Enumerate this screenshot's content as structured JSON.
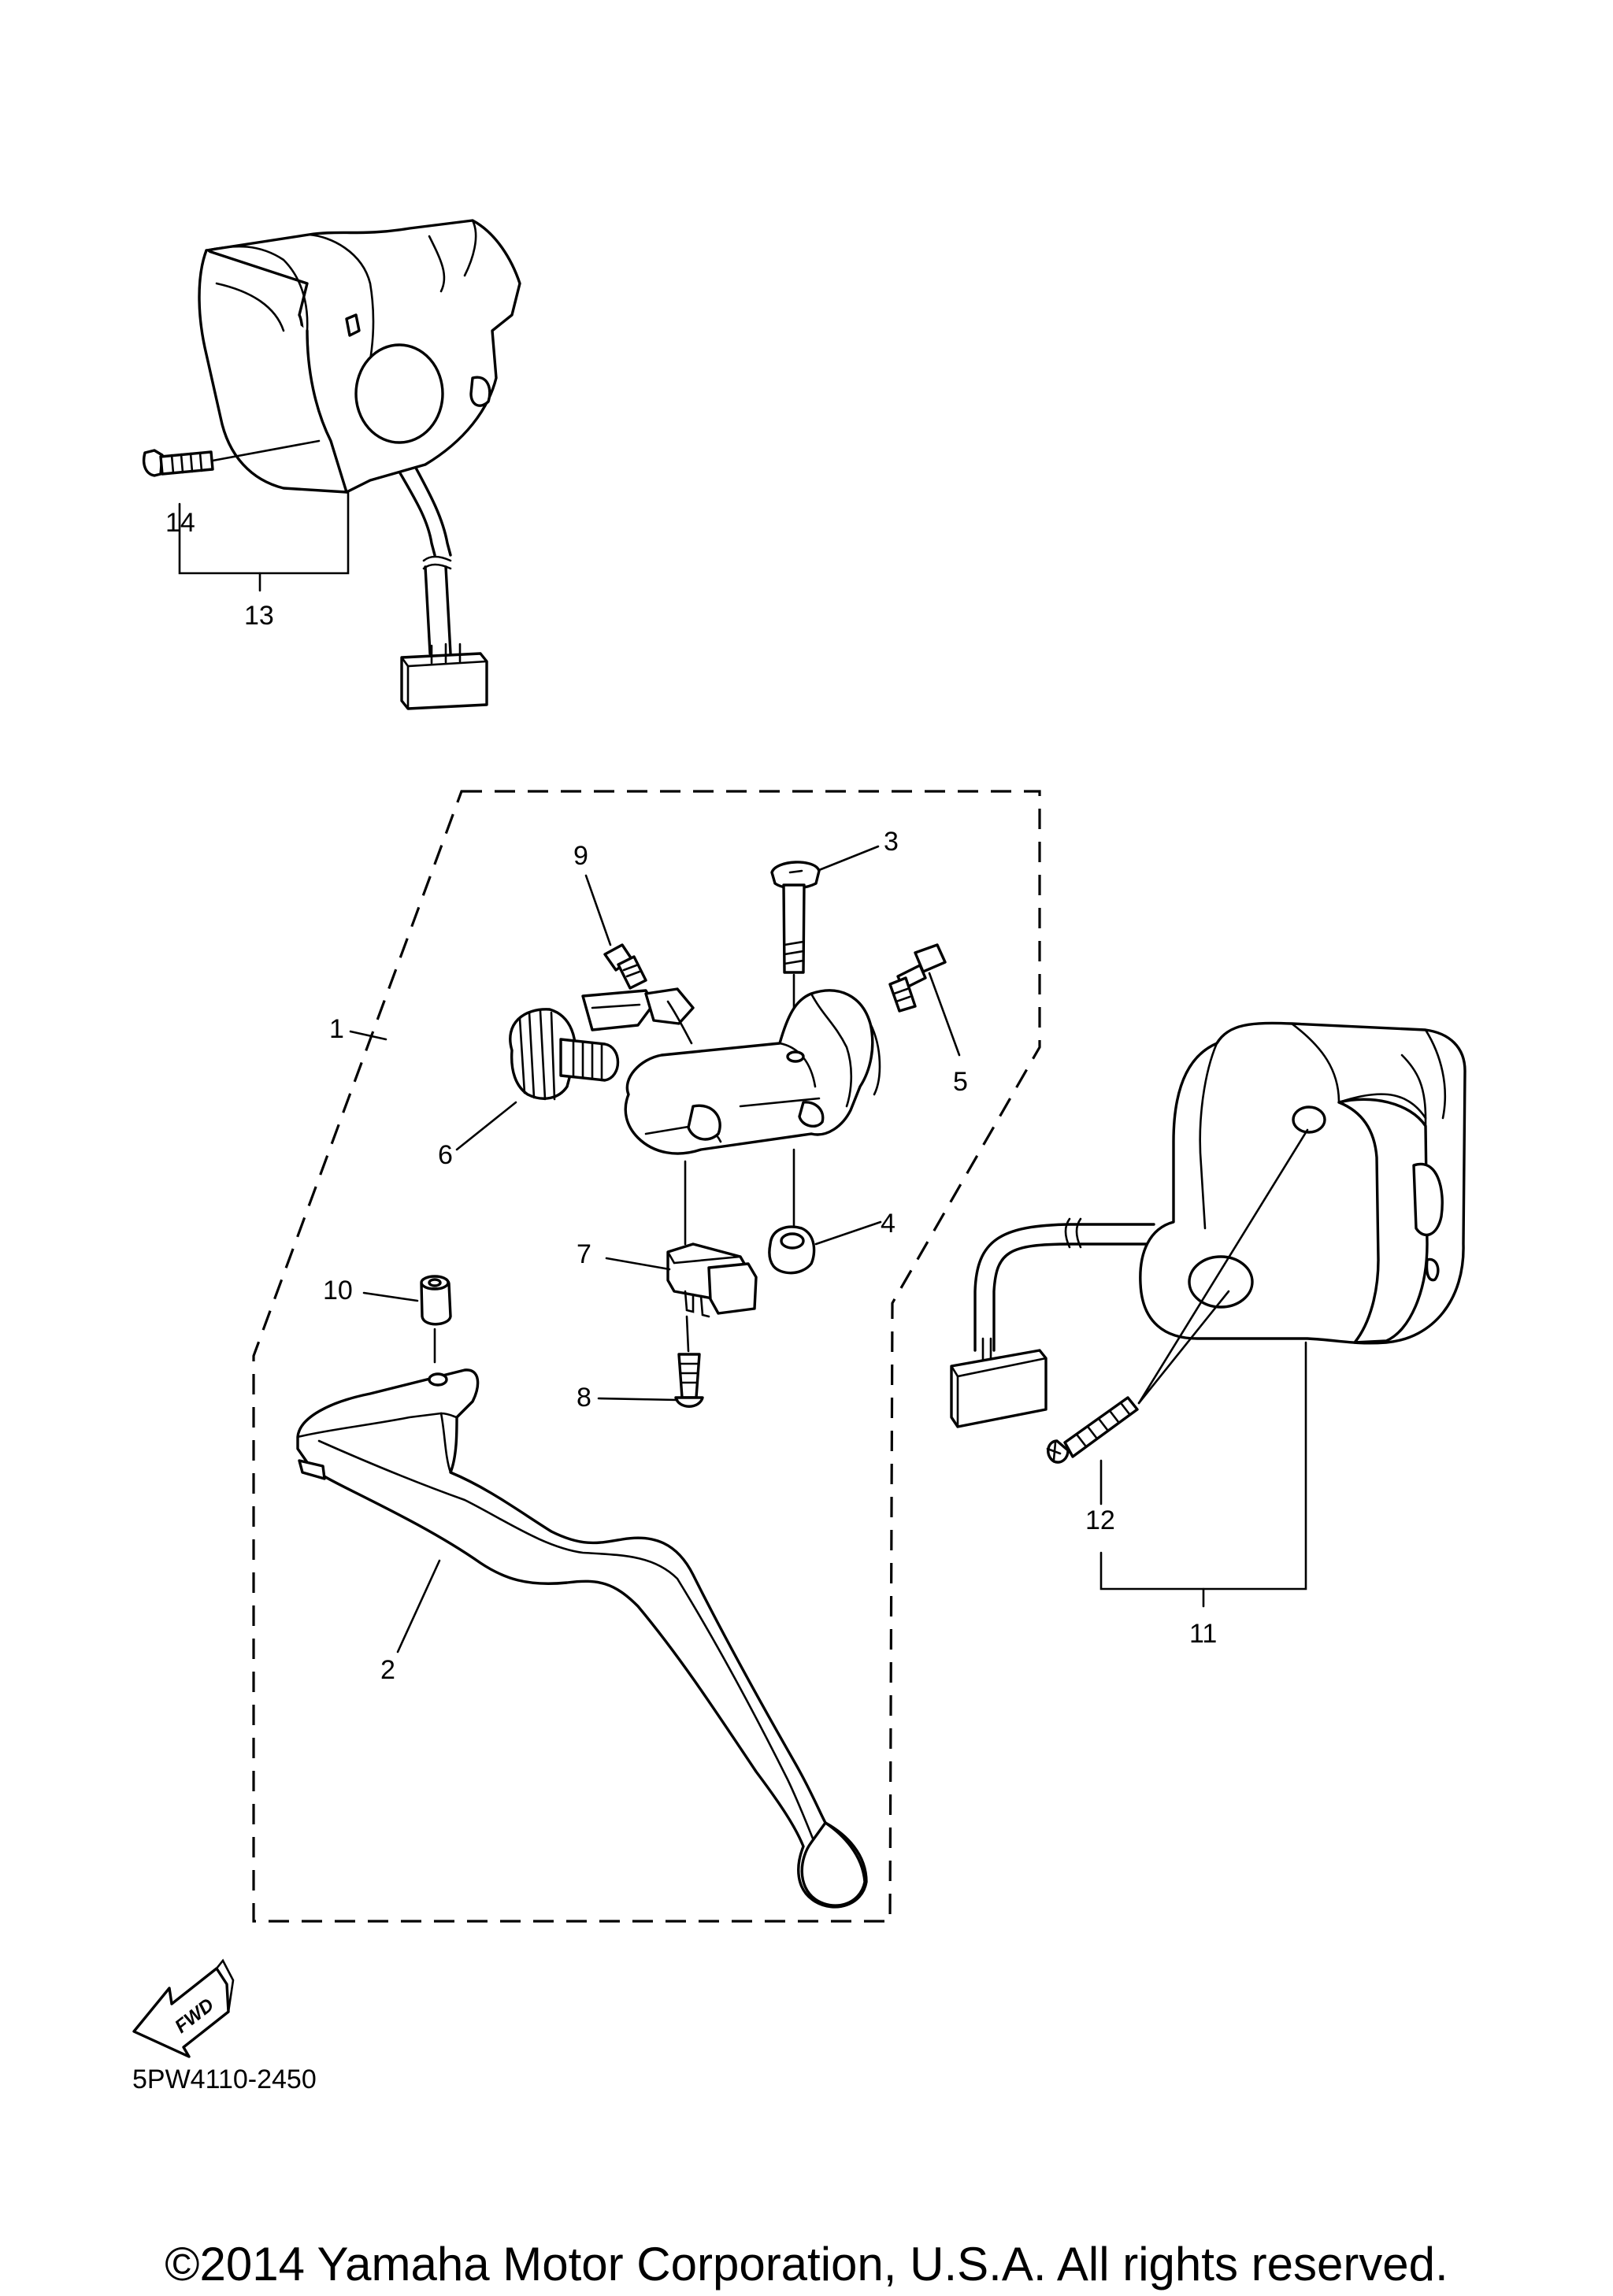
{
  "diagram": {
    "callouts": [
      "1",
      "2",
      "3",
      "4",
      "5",
      "6",
      "7",
      "8",
      "9",
      "10",
      "11",
      "12",
      "13",
      "14"
    ],
    "fwd_label": "FWD",
    "diagram_code": "5PW4110-2450",
    "copyright": "©2014 Yamaha Motor Corporation, U.S.A. All rights reserved."
  }
}
